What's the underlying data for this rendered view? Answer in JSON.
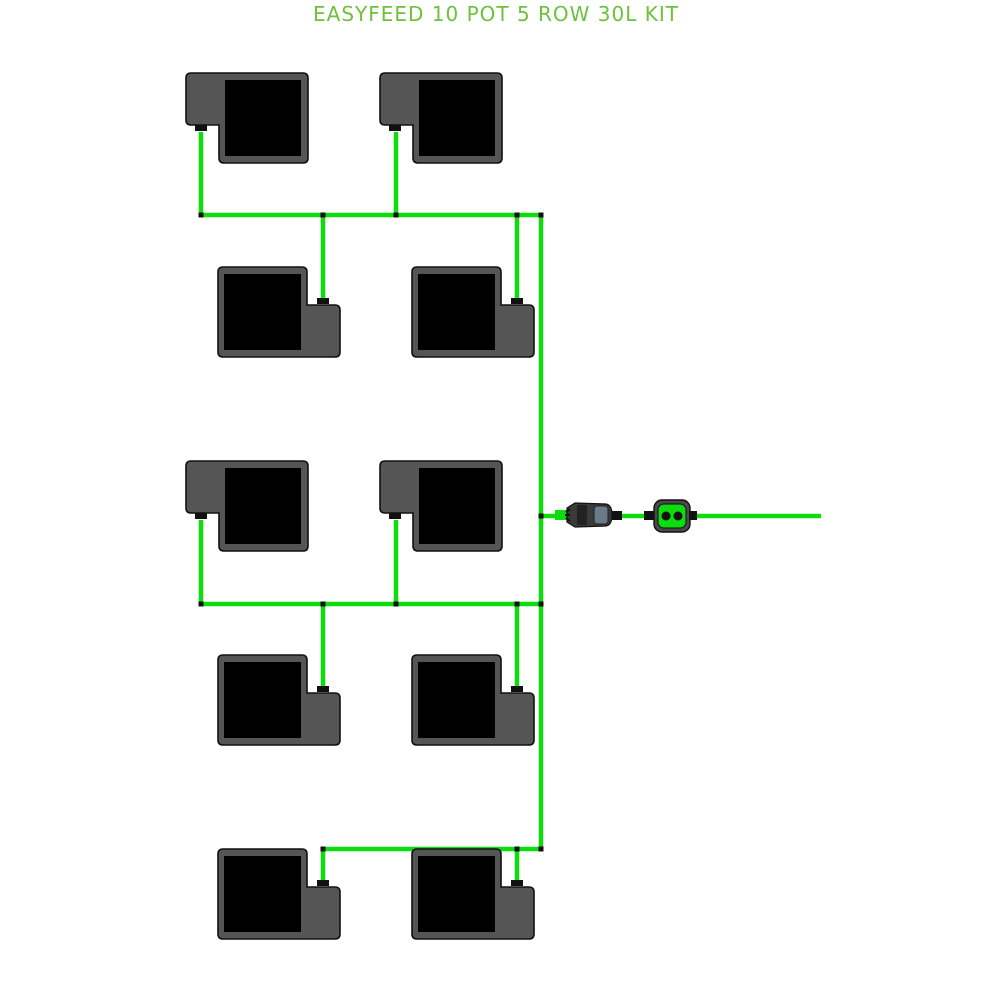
{
  "title": "EASYFEED 10 POT 5 ROW 30L KIT",
  "colors": {
    "title": "#6cc23a",
    "tube": "#0ddc0d",
    "pot_body": "#555555",
    "pot_inner": "#000000",
    "connector": "#111111"
  },
  "diagram": {
    "pot_count": 10,
    "row_count": 5,
    "pots_per_row": 2,
    "components": [
      "pot",
      "feed-line",
      "filter",
      "flow-valve",
      "supply-line"
    ],
    "icons": [
      "pot-icon",
      "filter-icon",
      "valve-icon"
    ]
  }
}
